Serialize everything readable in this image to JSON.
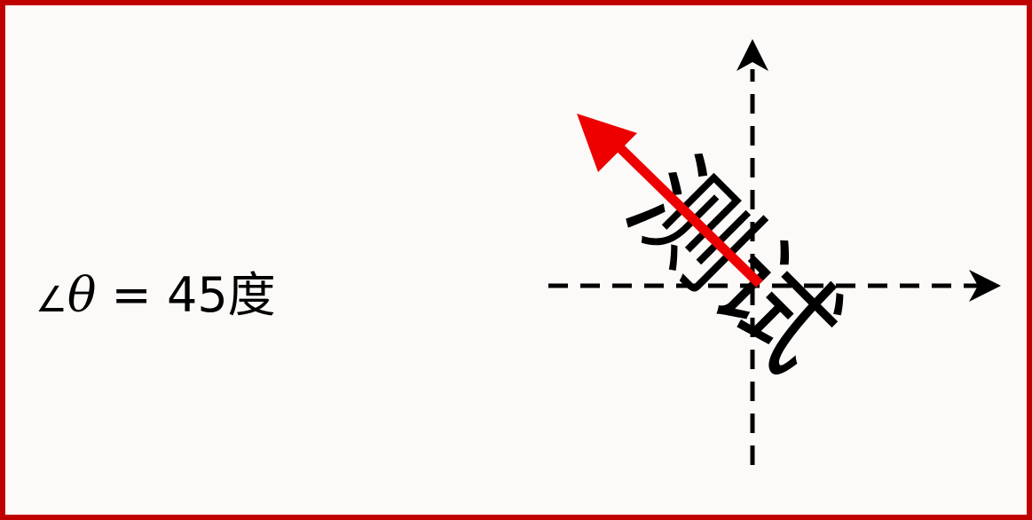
{
  "label": {
    "angle_symbol": "∠",
    "theta": "θ",
    "equals": "=",
    "value": "45度"
  },
  "diagram": {
    "rotated_text": "测试",
    "rotation_degrees": 45,
    "colors": {
      "border": "#c00000",
      "background": "#fbfaf8",
      "arrow": "#ee0000",
      "axes": "#000000"
    }
  }
}
